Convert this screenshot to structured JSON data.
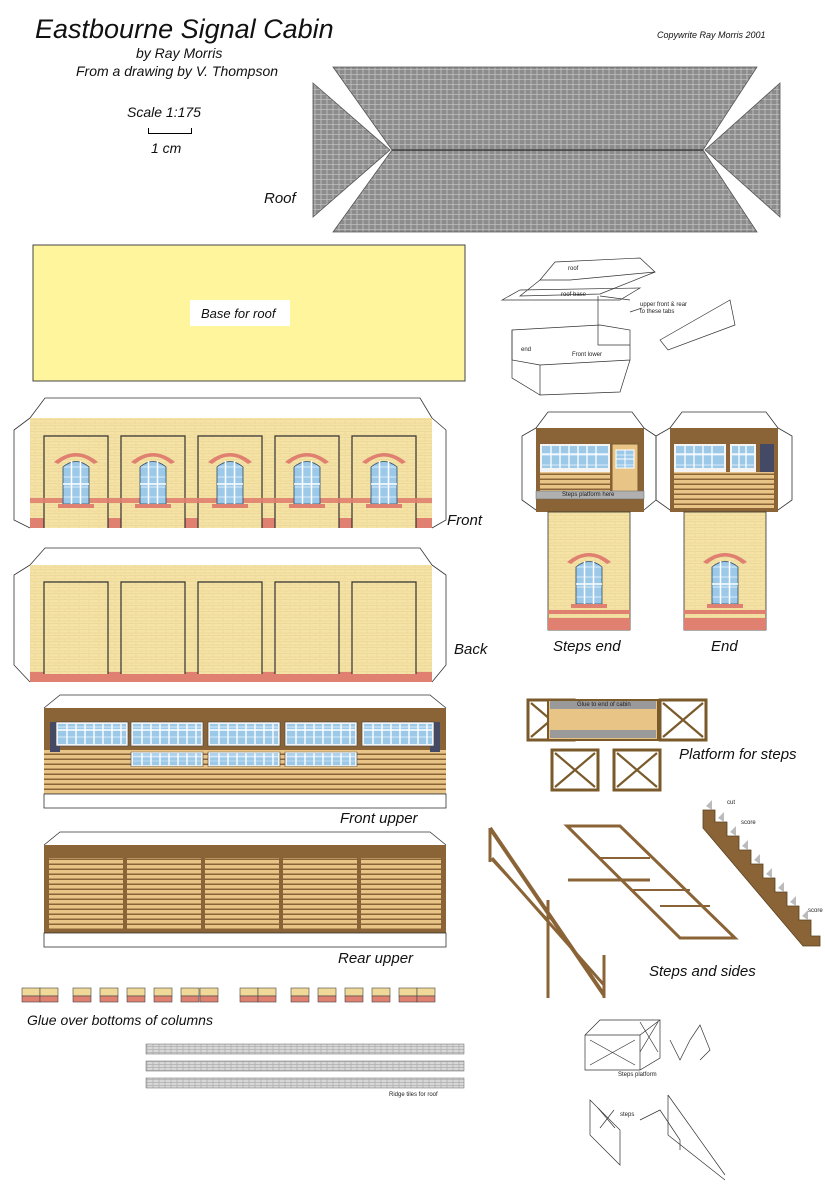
{
  "header": {
    "title": "Eastbourne Signal Cabin",
    "author": "by Ray Morris",
    "source": "From a drawing by V. Thompson",
    "copyright": "Copywrite Ray Morris 2001",
    "scale": "Scale 1:175",
    "scale_unit": "1 cm"
  },
  "labels": {
    "roof": "Roof",
    "base_for_roof": "Base for roof",
    "front": "Front",
    "back": "Back",
    "front_upper": "Front upper",
    "rear_upper": "Rear upper",
    "glue_columns": "Glue over bottoms of columns",
    "steps_end": "Steps end",
    "end": "End",
    "platform_for_steps": "Platform for steps",
    "steps_and_sides": "Steps and sides",
    "steps_platform_here": "Steps platform here",
    "glue_end_cabin": "Glue to end of cabin",
    "ridge_tiles": "Ridge tiles for roof"
  },
  "diagram_notes": {
    "roof": "roof",
    "roof_base": "roof base",
    "upper_tabs": "upper front & rear to these tabs",
    "end": "end",
    "front_lower": "Front lower",
    "cut": "cut",
    "score": "score",
    "score2": "score",
    "steps_platform": "Steps platform",
    "steps": "steps"
  },
  "colors": {
    "brick": "#f5e3a6",
    "brick_red": "#e08070",
    "wood": "#8a6436",
    "plank": "#e8c487",
    "glass": "#9cc9e8",
    "roof_tile": "#8c8c8c",
    "base_yellow": "#fff59d"
  }
}
